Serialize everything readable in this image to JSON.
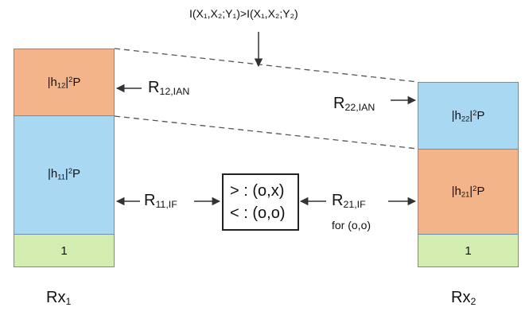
{
  "colors": {
    "interference_block": "#f4b48a",
    "signal_block": "#a9d8f3",
    "noise_block": "#d3edb0",
    "border": "#6f8fb0",
    "line": "#333333"
  },
  "top_annotation": "I(X₁,X₂;Y₁)>I(X₁,X₂;Y₂)",
  "receivers": [
    {
      "label": "Rx",
      "label_sub": "1",
      "blocks": [
        {
          "pre": "|h",
          "sub": "12",
          "post": "|",
          "sup": "2",
          "tail": "P"
        },
        {
          "pre": "|h",
          "sub": "11",
          "post": "|",
          "sup": "2",
          "tail": "P"
        },
        {
          "text": "1"
        }
      ]
    },
    {
      "label": "Rx",
      "label_sub": "2",
      "blocks": [
        {
          "pre": "|h",
          "sub": "22",
          "post": "|",
          "sup": "2",
          "tail": "P"
        },
        {
          "pre": "|h",
          "sub": "21",
          "post": "|",
          "sup": "2",
          "tail": "P"
        },
        {
          "text": "1"
        }
      ]
    }
  ],
  "rates": {
    "r12": {
      "main": "R",
      "sub": "12,IAN"
    },
    "r22": {
      "main": "R",
      "sub": "22,IAN"
    },
    "r11": {
      "main": "R",
      "sub": "11,IF"
    },
    "r21": {
      "main": "R",
      "sub": "21,IF"
    },
    "r21_note": "for (o,o)"
  },
  "decision_box": {
    "line1": "> : (o,x)",
    "line2": "< : (o,o)"
  }
}
